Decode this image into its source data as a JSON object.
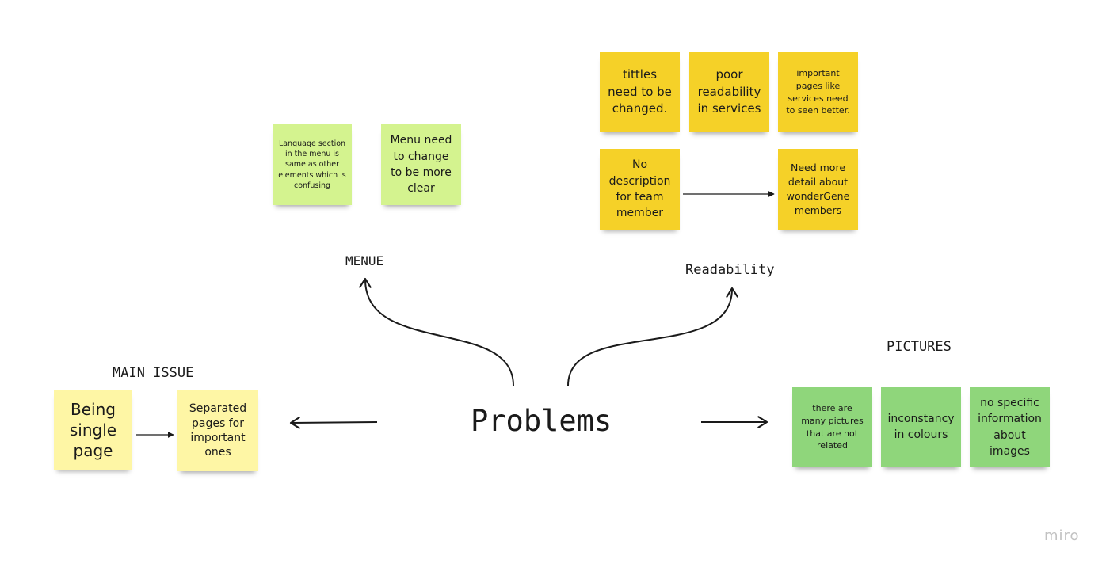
{
  "board": {
    "central_topic": "Problems",
    "logo": "miro"
  },
  "colors": {
    "pale_yellow": "#fef6a5",
    "yellow": "#f5d128",
    "light_green": "#d4f38f",
    "green": "#8fd67b",
    "ink": "#1a1a1a"
  },
  "groups": {
    "main_issue": {
      "label": "MAIN ISSUE",
      "notes": [
        "Being\nsingle\npage",
        "Separated\npages for\nimportant\nones"
      ]
    },
    "menu": {
      "label": "MENUE",
      "notes": [
        "Language section\nin the menu is\nsame as other\nelements which is\nconfusing",
        "Menu need\nto change\nto be more\nclear"
      ]
    },
    "readability": {
      "label": "Readability",
      "notes": [
        "tittles\nneed to be\nchanged.",
        "poor\nreadability\nin services",
        "important\npages like\nservices need\nto seen better.",
        "No\ndescription\nfor team\nmember",
        "Need more\ndetail about\nwonderGene\nmembers"
      ]
    },
    "pictures": {
      "label": "PICTURES",
      "notes": [
        "there are\nmany pictures\nthat are not\nrelated",
        "inconstancy\nin colours",
        "no specific\ninformation\nabout\nimages"
      ]
    }
  }
}
